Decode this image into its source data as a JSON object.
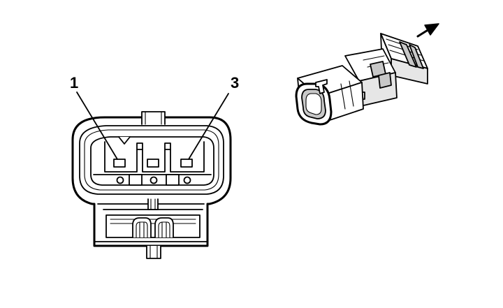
{
  "diagram": {
    "pin_labels": [
      {
        "id": "pin-1",
        "text": "1"
      },
      {
        "id": "pin-3",
        "text": "3"
      }
    ],
    "connector_views": [
      "face-view",
      "isometric-view"
    ],
    "indicator": "release-direction-arrow-icon",
    "colors": {
      "line": "#000000",
      "shade": "#c8c8c8",
      "background": "#ffffff"
    }
  }
}
